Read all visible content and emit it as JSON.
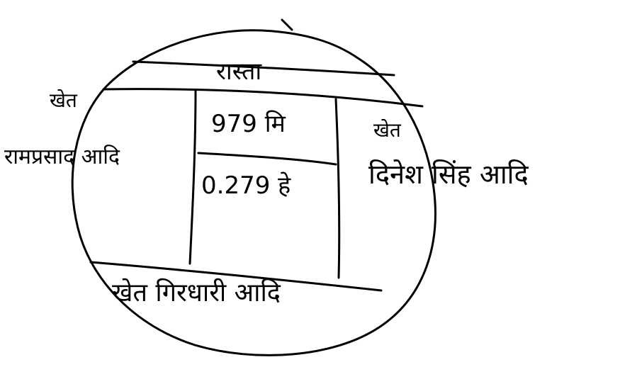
{
  "map": {
    "north_label": "रास्ता",
    "plot_number": "979 मि",
    "plot_area": "0.279 हे",
    "west_label_1": "खेत",
    "west_label_2": "रामप्रसाद आदि",
    "east_label_1": "खेत",
    "east_label_2": "दिनेश सिंह आदि",
    "south_label": "खेत गिरधारी आदि"
  },
  "colors": {
    "ink": "#000000",
    "paper": "#ffffff"
  }
}
